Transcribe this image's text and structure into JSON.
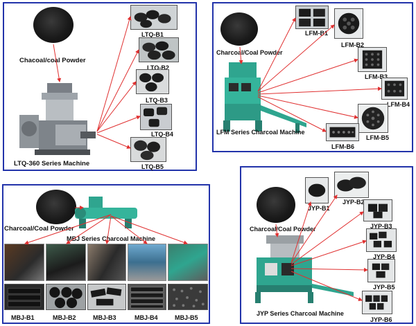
{
  "panel1": {
    "powder_label": "Chacoal/coal Powder",
    "machine_label": "LTQ-360 Series Machine",
    "products": [
      "LTQ-B1",
      "LTQ-B2",
      "LTQ-B3",
      "LTQ-B4",
      "LTQ-B5"
    ]
  },
  "panel2": {
    "powder_label": "Charcoal/Coal Powder",
    "machine_label": "LFM Series Charcoal Machine",
    "products": [
      "LFM-B1",
      "LFM-B2",
      "LFM-B3",
      "LFM-B4",
      "LFM-B5",
      "LFM-B6"
    ]
  },
  "panel3": {
    "powder_label": "Charcoal/Coal Powder",
    "machine_label": "MBJ Series Charcoal Machine",
    "products": [
      "MBJ-B1",
      "MBJ-B2",
      "MBJ-B3",
      "MBJ-B4",
      "MBJ-B5"
    ]
  },
  "panel4": {
    "powder_label": "Charcoal/Coal Powder",
    "machine_label": "JYP Series Charcoal Machine",
    "products": [
      "JYP-B1",
      "JYP-B2",
      "JYP-B3",
      "JYP-B4",
      "JYP-B5",
      "JYP-B6"
    ]
  },
  "colors": {
    "border": "#2233aa",
    "arrow": "#e03030",
    "machine": "#2fa58f",
    "charcoal": "#1a1a1a"
  }
}
